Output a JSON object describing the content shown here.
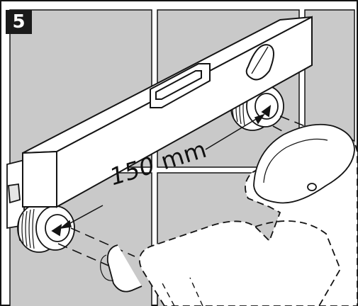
{
  "step": {
    "number": "5"
  },
  "dimension": {
    "value": "150",
    "unit": "mm"
  },
  "colors": {
    "tile": "#c9c9c9",
    "grout": "#ffffff",
    "line": "#141414",
    "part": "#ffffff",
    "badge": "#1a1a1a"
  },
  "icons": [
    "spirit-level-icon",
    "wall-connector-icon",
    "mixer-faucet-icon"
  ]
}
